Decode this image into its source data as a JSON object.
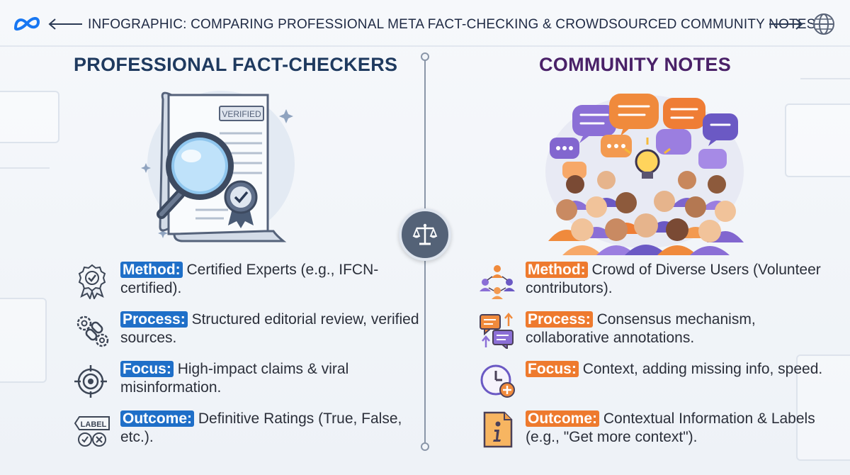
{
  "header": {
    "title": "Infographic: Comparing Professional Meta Fact-Checking & Crowdsourced Community Notes",
    "logo_icon": "meta-logo-icon",
    "globe_icon": "globe-icon"
  },
  "left": {
    "title": "PROFESSIONAL FACT-CHECKERS",
    "badge_text": "VERIFIED",
    "rows": [
      {
        "label": "Method:",
        "text": "Certified Experts (e.g., IFCN-certified).",
        "icon": "award-ribbon-icon"
      },
      {
        "label": "Process:",
        "text": "Structured editorial review, verified sources.",
        "icon": "gears-link-icon"
      },
      {
        "label": "Focus:",
        "text": "High-impact claims & viral misinformation.",
        "icon": "target-icon"
      },
      {
        "label": "Outcome:",
        "text": "Definitive Ratings (True, False, etc.).",
        "icon": "label-tag-icon",
        "icon_text": "LABEL"
      }
    ]
  },
  "right": {
    "title": "COMMUNITY NOTES",
    "rows": [
      {
        "label": "Method:",
        "text": "Crowd of Diverse Users (Volunteer contributors).",
        "icon": "people-network-icon"
      },
      {
        "label": "Process:",
        "text": "Consensus mechanism, collaborative annotations.",
        "icon": "chat-bubbles-icon"
      },
      {
        "label": "Focus:",
        "text": "Context, adding missing info, speed.",
        "icon": "clock-plus-icon"
      },
      {
        "label": "Outcome:",
        "text": "Contextual Information & Labels (e.g., \"Get more context\").",
        "icon": "info-document-icon"
      }
    ]
  },
  "colors": {
    "left_accent": "#1f6fc8",
    "right_accent": "#ee7a2e",
    "left_title": "#1f3a5f",
    "right_title": "#4a2168",
    "divider": "#8a96a8"
  },
  "center_icon": "balance-scale-icon"
}
